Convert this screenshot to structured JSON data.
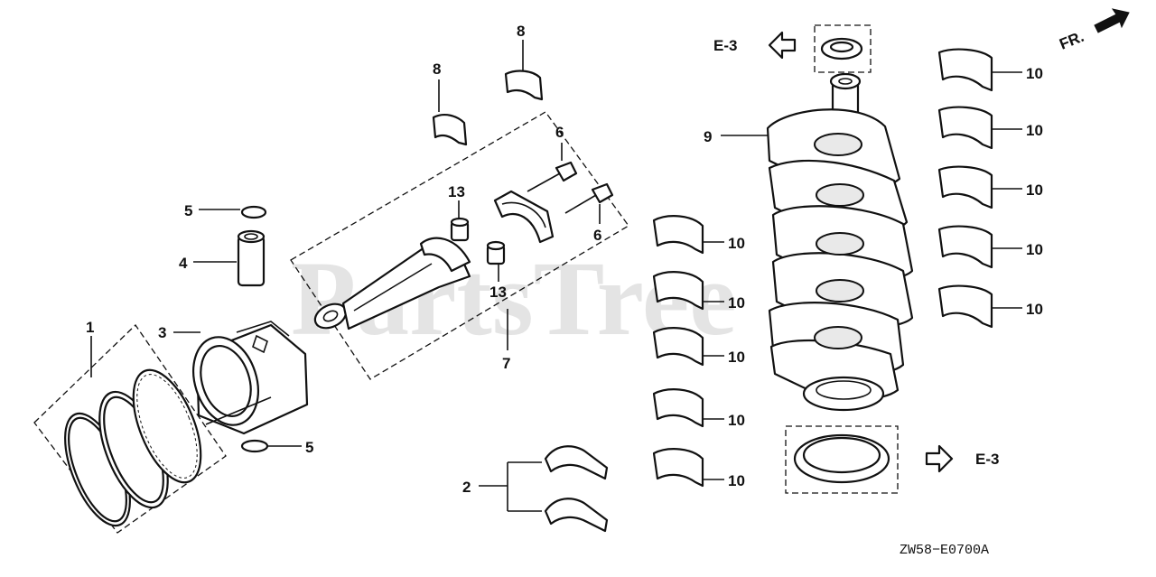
{
  "watermark": "PartsTree",
  "diagram_code": "ZW58−E0700A",
  "front_marker": "FR.",
  "references": {
    "top": "E-3",
    "bottom": "E-3"
  },
  "callouts": {
    "c1": "1",
    "c2": "2",
    "c3": "3",
    "c4": "4",
    "c5a": "5",
    "c5b": "5",
    "c6a": "6",
    "c6b": "6",
    "c7": "7",
    "c8a": "8",
    "c8b": "8",
    "c9": "9",
    "c10_r1": "10",
    "c10_r2": "10",
    "c10_r3": "10",
    "c10_r4": "10",
    "c10_r5": "10",
    "c10_l1": "10",
    "c10_l2": "10",
    "c10_l3": "10",
    "c10_l4": "10",
    "c10_l5": "10",
    "c13a": "13",
    "c13b": "13"
  }
}
